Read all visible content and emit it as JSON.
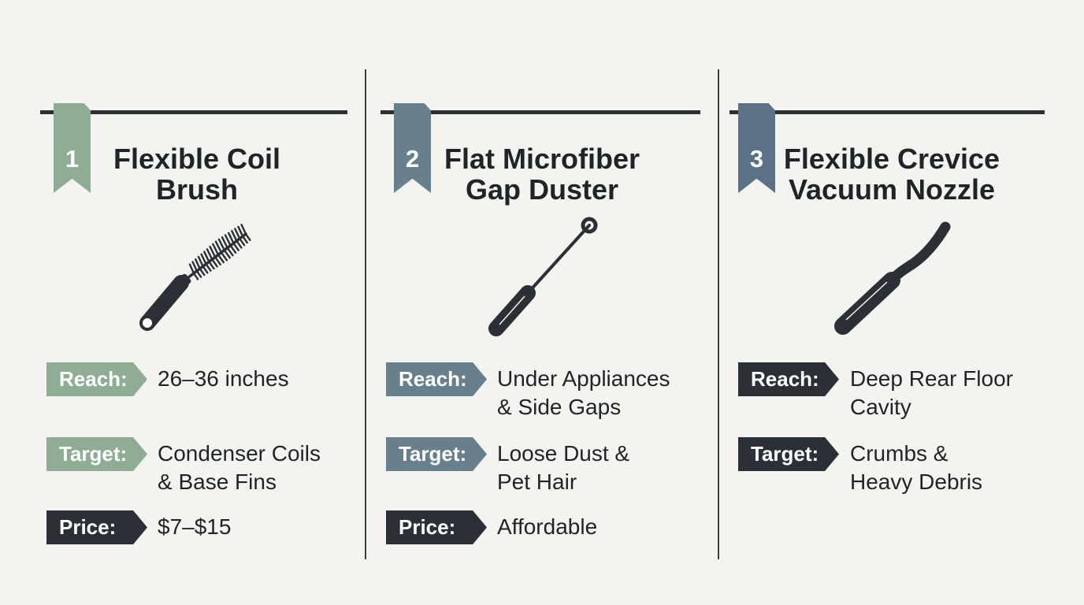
{
  "colors": {
    "sage": "#8fad95",
    "slate": "#687f8c",
    "steel": "#5a7186",
    "charcoal": "#2b3036",
    "background": "#f3f3ef"
  },
  "panels": [
    {
      "number": "1",
      "title_line1": "Flexible Coil",
      "title_line2": "Brush",
      "icon": "coil-brush-icon",
      "ribbon_color": "#8fad95",
      "reach_label": "Reach:",
      "reach_value": [
        "26–36 inches"
      ],
      "target_label": "Target:",
      "target_value": [
        "Condenser Coils",
        "& Base Fins"
      ],
      "price_label": "Price:",
      "price_value": [
        "$7–$15"
      ]
    },
    {
      "number": "2",
      "title_line1": "Flat Microfiber",
      "title_line2": "Gap Duster",
      "icon": "gap-duster-icon",
      "ribbon_color": "#687f8c",
      "reach_label": "Reach:",
      "reach_value": [
        "Under Appliances",
        "& Side Gaps"
      ],
      "target_label": "Target:",
      "target_value": [
        "Loose Dust &",
        "Pet Hair"
      ],
      "price_label": "Price:",
      "price_value": [
        "Affordable"
      ]
    },
    {
      "number": "3",
      "title_line1": "Flexible Crevice",
      "title_line2": "Vacuum Nozzle",
      "icon": "crevice-nozzle-icon",
      "ribbon_color": "#5a7186",
      "reach_label": "Reach:",
      "reach_value": [
        "Deep Rear Floor",
        "Cavity"
      ],
      "target_label": "Target:",
      "target_value": [
        "Crumbs &",
        "Heavy Debris"
      ]
    }
  ]
}
